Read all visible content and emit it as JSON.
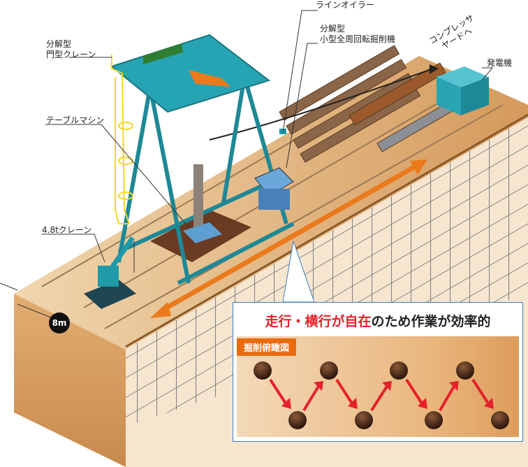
{
  "labels": {
    "line_oiler": "ラインオイラー",
    "excavator_line1": "分解型",
    "excavator_line2": "小型全周回転掘削機",
    "compressor_line1": "コンプレッサ",
    "compressor_line2": "ヤードへ",
    "generator": "発電機",
    "gantry_line1": "分解型",
    "gantry_line2": "門型クレーン",
    "table_machine": "テーブルマシン",
    "crawler_crane": "4.8tクレーン",
    "width_badge": "8m"
  },
  "callout": {
    "headline_red": "走行・横行が自在",
    "headline_rest": "のため作業が効率的",
    "panel_tag": "掘削俯瞰図"
  },
  "colors": {
    "accent_orange": "#ea6a0e",
    "headline_red": "#e6202a",
    "crane_teal": "#1f9aa8",
    "border_blue": "#3d7cc9"
  }
}
